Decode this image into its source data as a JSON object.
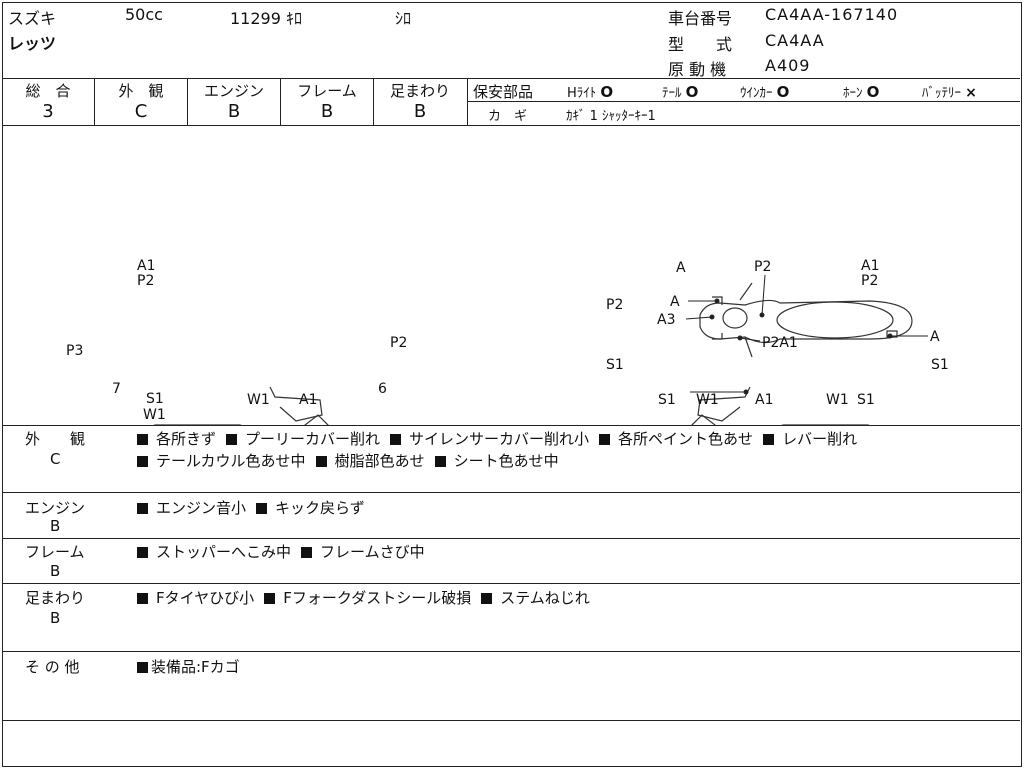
{
  "vehicle": {
    "maker": "スズキ",
    "displacement": "50cc",
    "mileage": "11299 ｷﾛ",
    "color": "ｼﾛ",
    "model_name": "レッツ",
    "chassis_label": "車台番号",
    "chassis_no": "CA4AA-167140",
    "type_label": "型　　式",
    "type_value": "CA4AA",
    "engine_label": "原 動 機",
    "engine_value": "A409"
  },
  "grades": {
    "headers": [
      "総　合",
      "外　観",
      "エンジン",
      "フレーム",
      "足まわり"
    ],
    "values": [
      "3",
      "C",
      "B",
      "B",
      "B"
    ]
  },
  "safety": {
    "label": "保安部品",
    "items": [
      {
        "name": "Hﾗｲﾄ",
        "mark": "O"
      },
      {
        "name": "ﾃｰﾙ",
        "mark": "O"
      },
      {
        "name": "ｳｲﾝｶｰ",
        "mark": "O"
      },
      {
        "name": "ﾎｰﾝ",
        "mark": "O"
      },
      {
        "name": "ﾊﾞｯﾃﾘｰ",
        "mark": "×"
      }
    ],
    "key_label": "カ　ギ",
    "key_value": "ｶｷﾞ 1 ｼｬｯﾀｰｷｰ1"
  },
  "diagram_labels": {
    "top": [
      "P2",
      "A",
      "A3",
      "P2A1",
      "A"
    ],
    "left": [
      "A1",
      "P2",
      "P3",
      "P2",
      "7",
      "S1",
      "W1",
      "W1",
      "A1",
      "6"
    ],
    "right": [
      "A",
      "A1",
      "P2",
      "P2",
      "S1",
      "S1",
      "W1",
      "A1",
      "W1",
      "S1",
      "S1"
    ]
  },
  "remarks": [
    {
      "label": "外　　観",
      "grade": "C",
      "lines": [
        [
          "各所きず",
          "プーリーカバー削れ",
          "サイレンサーカバー削れ小",
          "各所ペイント色あせ",
          "レバー削れ"
        ],
        [
          "テールカウル色あせ中",
          "樹脂部色あせ",
          "シート色あせ中"
        ]
      ]
    },
    {
      "label": "エンジン",
      "grade": "B",
      "lines": [
        [
          "エンジン音小",
          "キック戻らず"
        ]
      ]
    },
    {
      "label": "フレーム",
      "grade": "B",
      "lines": [
        [
          "ストッパーへこみ中",
          "フレームさび中"
        ]
      ]
    },
    {
      "label": "足まわり",
      "grade": "B",
      "lines": [
        [
          "Fタイヤひび小",
          "Fフォークダストシール破損",
          "ステムねじれ"
        ]
      ]
    },
    {
      "label": "そ の 他",
      "grade": "",
      "lines": [
        [
          "装備品:Fカゴ"
        ]
      ]
    }
  ]
}
